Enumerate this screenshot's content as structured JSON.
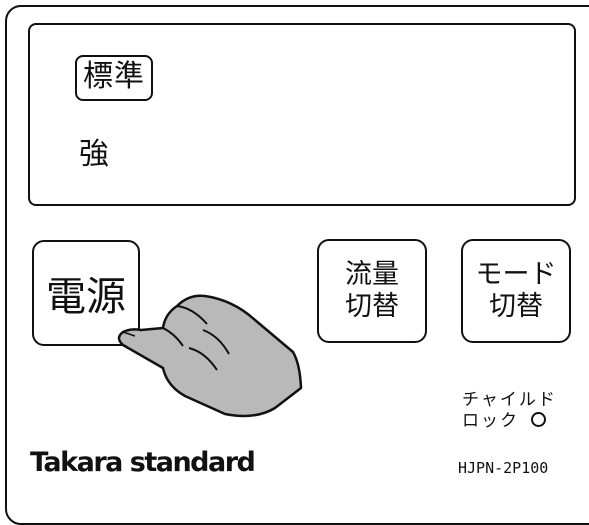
{
  "display": {
    "selected_mode": "標準",
    "mode": "強"
  },
  "buttons": {
    "power": "電源",
    "flow_line1": "流量",
    "flow_line2": "切替",
    "mode_line1": "モード",
    "mode_line2": "切替"
  },
  "lock": {
    "line1": "チャイルド",
    "line2": "ロック"
  },
  "brand": "Takara standard",
  "model": "HJPN-2P100",
  "icons": [
    "pointing-hand-icon",
    "child-lock-led-icon"
  ]
}
